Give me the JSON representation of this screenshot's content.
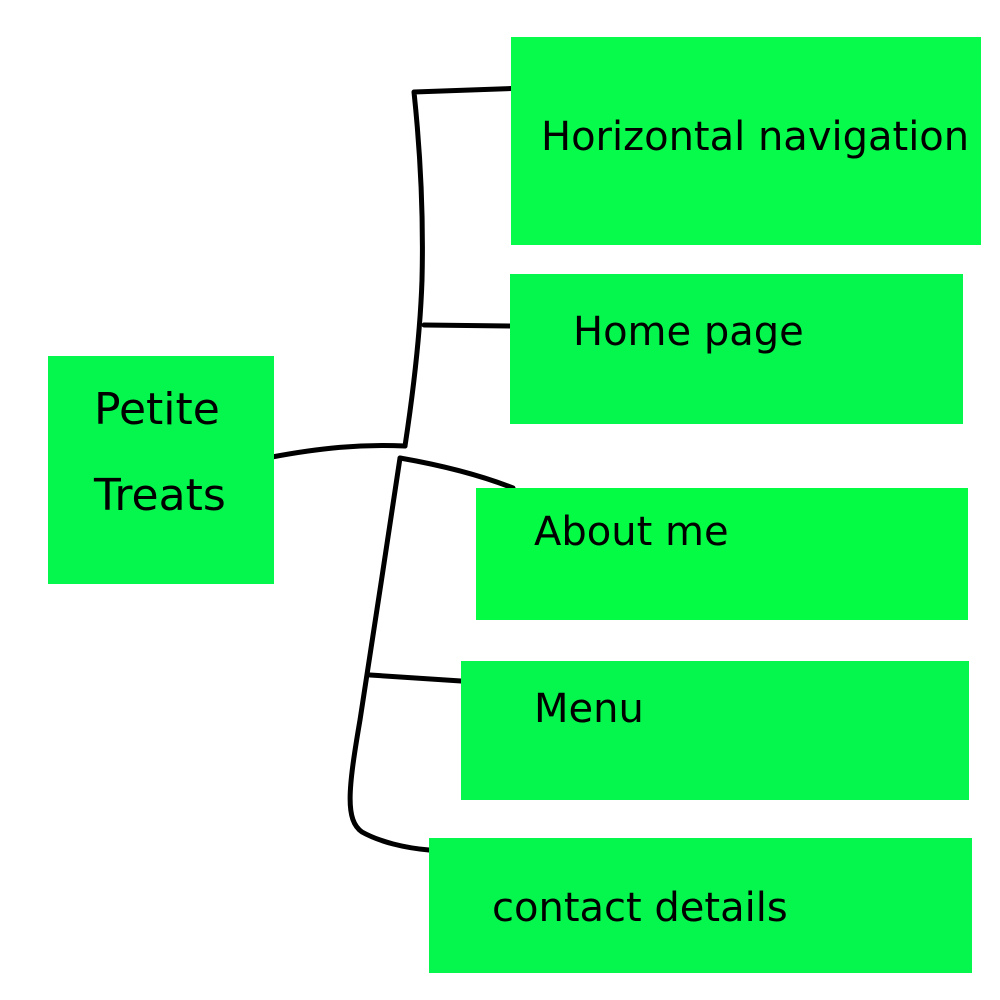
{
  "diagram": {
    "root": {
      "line1": "Petite",
      "line2": "Treats"
    },
    "nodes": [
      {
        "label": "Horizontal navigation"
      },
      {
        "label": "Home page"
      },
      {
        "label": "About me"
      },
      {
        "label": "Menu"
      },
      {
        "label": "contact details"
      }
    ],
    "colors": {
      "box": "#06fb4a",
      "line": "#000000",
      "background": "#ffffff"
    }
  }
}
